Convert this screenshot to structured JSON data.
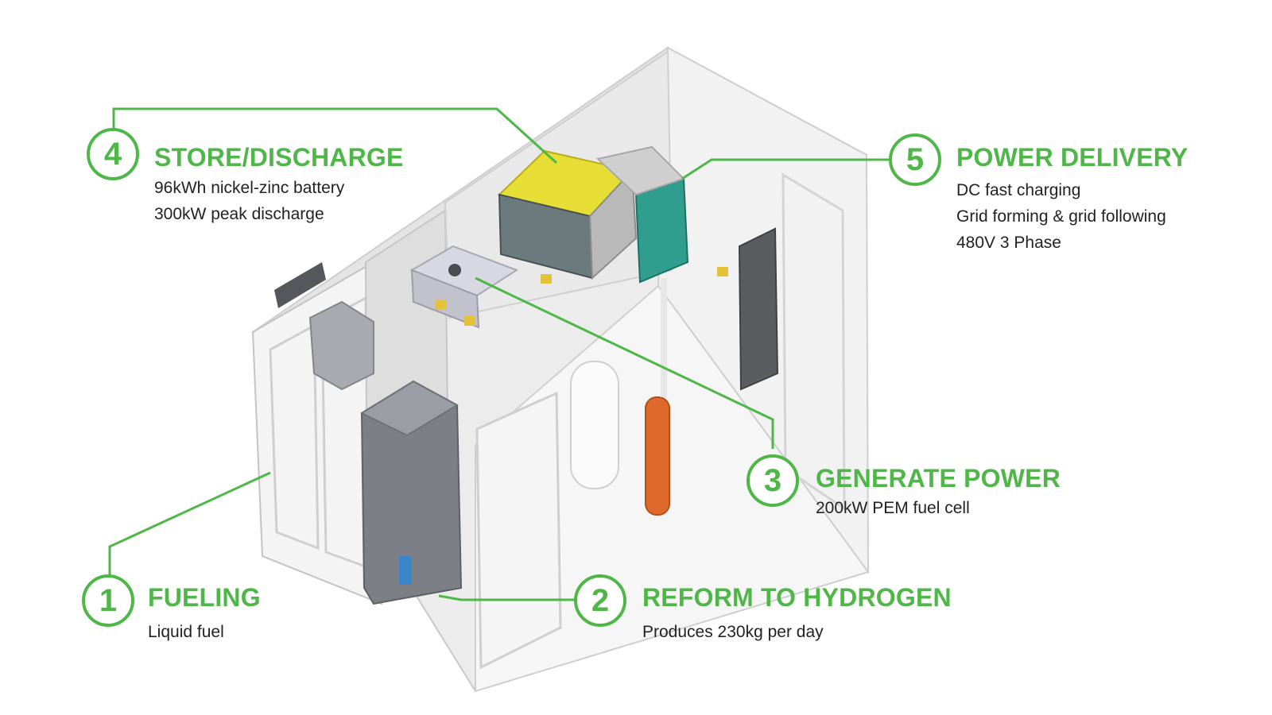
{
  "colors": {
    "accent": "#4fb748",
    "text": "#222222"
  },
  "callouts": [
    {
      "num": "1",
      "title": "FUELING",
      "lines": [
        "Liquid fuel"
      ]
    },
    {
      "num": "2",
      "title": "REFORM TO HYDROGEN",
      "lines": [
        "Produces 230kg per day"
      ]
    },
    {
      "num": "3",
      "title": "GENERATE POWER",
      "lines": [
        "200kW PEM fuel cell"
      ]
    },
    {
      "num": "4",
      "title": "STORE/DISCHARGE",
      "lines": [
        "96kWh nickel-zinc battery",
        "300kW peak discharge"
      ]
    },
    {
      "num": "5",
      "title": "POWER DELIVERY",
      "lines": [
        "DC fast charging",
        "Grid forming & grid following",
        "480V 3 Phase"
      ]
    }
  ]
}
